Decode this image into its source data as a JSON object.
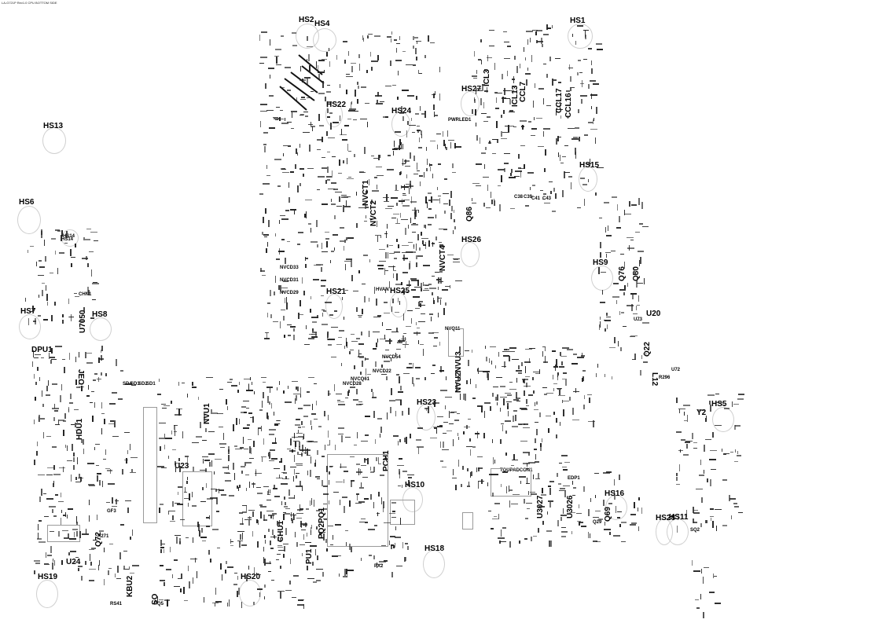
{
  "header": {
    "corner_text": "LA-G721P Rev1.0 CPU BOTTOM SIDE"
  },
  "heatsinks": [
    {
      "id": "hs1",
      "label": "HS1"
    },
    {
      "id": "hs2",
      "label": "HS2"
    },
    {
      "id": "hs4",
      "label": "HS4"
    },
    {
      "id": "hs5",
      "label": "HS5"
    },
    {
      "id": "hs6",
      "label": "HS6"
    },
    {
      "id": "hs7",
      "label": "HS7"
    },
    {
      "id": "hs8",
      "label": "HS8"
    },
    {
      "id": "hs9",
      "label": "HS9"
    },
    {
      "id": "hs10",
      "label": "HS10"
    },
    {
      "id": "hs11",
      "label": "HS11"
    },
    {
      "id": "hs13",
      "label": "HS13"
    },
    {
      "id": "hs14",
      "label": "HS14"
    },
    {
      "id": "hs15",
      "label": "HS15"
    },
    {
      "id": "hs16",
      "label": "HS16"
    },
    {
      "id": "hs18",
      "label": "HS18"
    },
    {
      "id": "hs19",
      "label": "HS19"
    },
    {
      "id": "hs20",
      "label": "HS20"
    },
    {
      "id": "hs21",
      "label": "HS21"
    },
    {
      "id": "hs22",
      "label": "HS22"
    },
    {
      "id": "hs23",
      "label": "HS23"
    },
    {
      "id": "hs24",
      "label": "HS24"
    },
    {
      "id": "hs25",
      "label": "HS25"
    },
    {
      "id": "hs26",
      "label": "HS26"
    },
    {
      "id": "hs27",
      "label": "HS27"
    },
    {
      "id": "hs28",
      "label": "HS28"
    }
  ],
  "components": [
    {
      "id": "dpu1",
      "label": "DPU1"
    },
    {
      "id": "hdu1",
      "label": "HDU1"
    },
    {
      "id": "u23",
      "label": "U23"
    },
    {
      "id": "u24",
      "label": "U24"
    },
    {
      "id": "u20",
      "label": "U20"
    },
    {
      "id": "u7050",
      "label": "U7050"
    },
    {
      "id": "kbu2",
      "label": "KBU2"
    },
    {
      "id": "pch1",
      "label": "PCH1"
    },
    {
      "id": "pq1",
      "label": "PQ1"
    },
    {
      "id": "pq2",
      "label": "PQ2"
    },
    {
      "id": "pu1",
      "label": "PU1"
    },
    {
      "id": "chu1",
      "label": "CHU1"
    },
    {
      "id": "nvu1",
      "label": "NVU1"
    },
    {
      "id": "nvu2",
      "label": "NVU2"
    },
    {
      "id": "nvu3",
      "label": "NVU3"
    },
    {
      "id": "nvct1",
      "label": "NVCT1"
    },
    {
      "id": "nvct2",
      "label": "NVCT2"
    },
    {
      "id": "nvct4",
      "label": "NVCT4"
    },
    {
      "id": "ccl7",
      "label": "CCL7"
    },
    {
      "id": "ccl16",
      "label": "CCL16"
    },
    {
      "id": "ccl17",
      "label": "CCL17"
    },
    {
      "id": "icl3",
      "label": "ICL3"
    },
    {
      "id": "icl13",
      "label": "ICL13"
    },
    {
      "id": "q22",
      "label": "Q22"
    },
    {
      "id": "q76",
      "label": "Q76"
    },
    {
      "id": "q80",
      "label": "Q80"
    },
    {
      "id": "q72",
      "label": "Q72"
    },
    {
      "id": "q69",
      "label": "Q69"
    },
    {
      "id": "q86",
      "label": "Q86"
    },
    {
      "id": "l12",
      "label": "L12"
    },
    {
      "id": "y2",
      "label": "Y2"
    },
    {
      "id": "u3027",
      "label": "U3027"
    },
    {
      "id": "u3026",
      "label": "U3026"
    },
    {
      "id": "so",
      "label": "SO"
    },
    {
      "id": "jeo",
      "label": "JEO"
    }
  ],
  "small_labels": [
    "HS14",
    "U72",
    "R296",
    "U73",
    "TOUPADCON1",
    "SD4",
    "SD3",
    "SD2",
    "SD1",
    "CHN1",
    "HVAN",
    "NVQ11",
    "EDP1",
    "PX2",
    "PQ5",
    "SQ2",
    "Q29",
    "NVCD29",
    "NVCD31",
    "NVCD33",
    "NVCD22",
    "NVCD28",
    "NVCQ61",
    "NVCD54",
    "C38",
    "C39",
    "C41",
    "C43",
    "PWRLED1",
    "RS41",
    "R271",
    "GF3"
  ]
}
